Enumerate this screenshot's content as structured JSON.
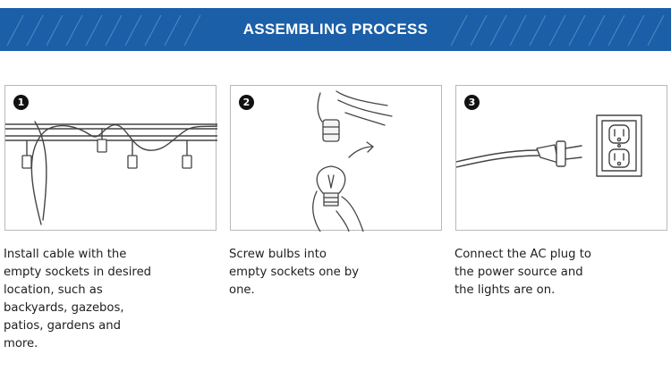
{
  "banner": {
    "title": "ASSEMBLING PROCESS"
  },
  "steps": [
    {
      "number": "1",
      "illustration": "cable-hanging-over-beams-icon",
      "text": "Install cable with the\nempty sockets in desired\nlocation,  such as\nbackyards, gazebos,\npatios, gardens and\nmore."
    },
    {
      "number": "2",
      "illustration": "screw-bulb-hands-icon",
      "text": "Screw bulbs into\nempty sockets one by\none."
    },
    {
      "number": "3",
      "illustration": "ac-plug-outlet-icon",
      "text": "Connect the AC plug to\nthe power source and\nthe lights are on."
    }
  ],
  "colors": {
    "banner": "#1a5fa8",
    "stroke": "#444444",
    "panel_border": "#b9b9b9"
  }
}
